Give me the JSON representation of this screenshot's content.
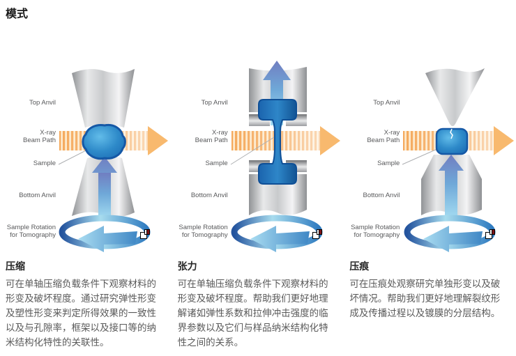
{
  "page": {
    "title": "模式"
  },
  "diagram_labels": {
    "top_anvil": "Top Anvil",
    "xray_line1": "X-ray",
    "xray_line2": "Beam Path",
    "sample": "Sample",
    "bottom_anvil": "Bottom Anvil",
    "rotation_line1": "Sample Rotation",
    "rotation_line2": "for Tomography"
  },
  "modes": [
    {
      "heading": "压缩",
      "description": "可在单轴压缩负载条件下观察材料的形变及破坏程度。通过研究弹性形变及塑性形变来判定所得效果的一致性以及与孔隙率，框架以及接口等的纳米结构化特性的关联性。"
    },
    {
      "heading": "张力",
      "description": "可在单轴压缩负载条件下观察材料的形变及破坏程度。帮助我们更好地理解诸如弹性系数和拉伸冲击强度的临界参数以及它们与样品纳米结构化特性之间的关系。"
    },
    {
      "heading": "压痕",
      "description": "可在压痕处观察研究单独形变以及破坏情况。帮助我们更好地理解裂纹形成及传播过程以及镀膜的分层结构。"
    }
  ],
  "icons": {
    "image_placeholder": "overlapping-squares-placeholder",
    "rotation_arrow": "circular-arrow-counterclockwise",
    "beam_arrow": "striped-right-arrow",
    "load_arrow": "up-arrow"
  },
  "colors": {
    "beam_orange": "#F5A95B",
    "beam_light": "#FDE9CB",
    "beam_head": "#F8B96E",
    "sample_blue_dark": "#1B6CB4",
    "sample_blue_light": "#62BCE9",
    "sample_stroke": "#1558A6",
    "arrow_blue_top": "#707EC1",
    "arrow_blue_bottom": "#A5DDF2",
    "rotation_dark": "#24549E",
    "rotation_light": "#A8DCEE",
    "anvil_silver_dark": "#919396",
    "anvil_silver_light": "#F4F4F5",
    "label_gray": "#58595B",
    "text_gray": "#595959"
  }
}
